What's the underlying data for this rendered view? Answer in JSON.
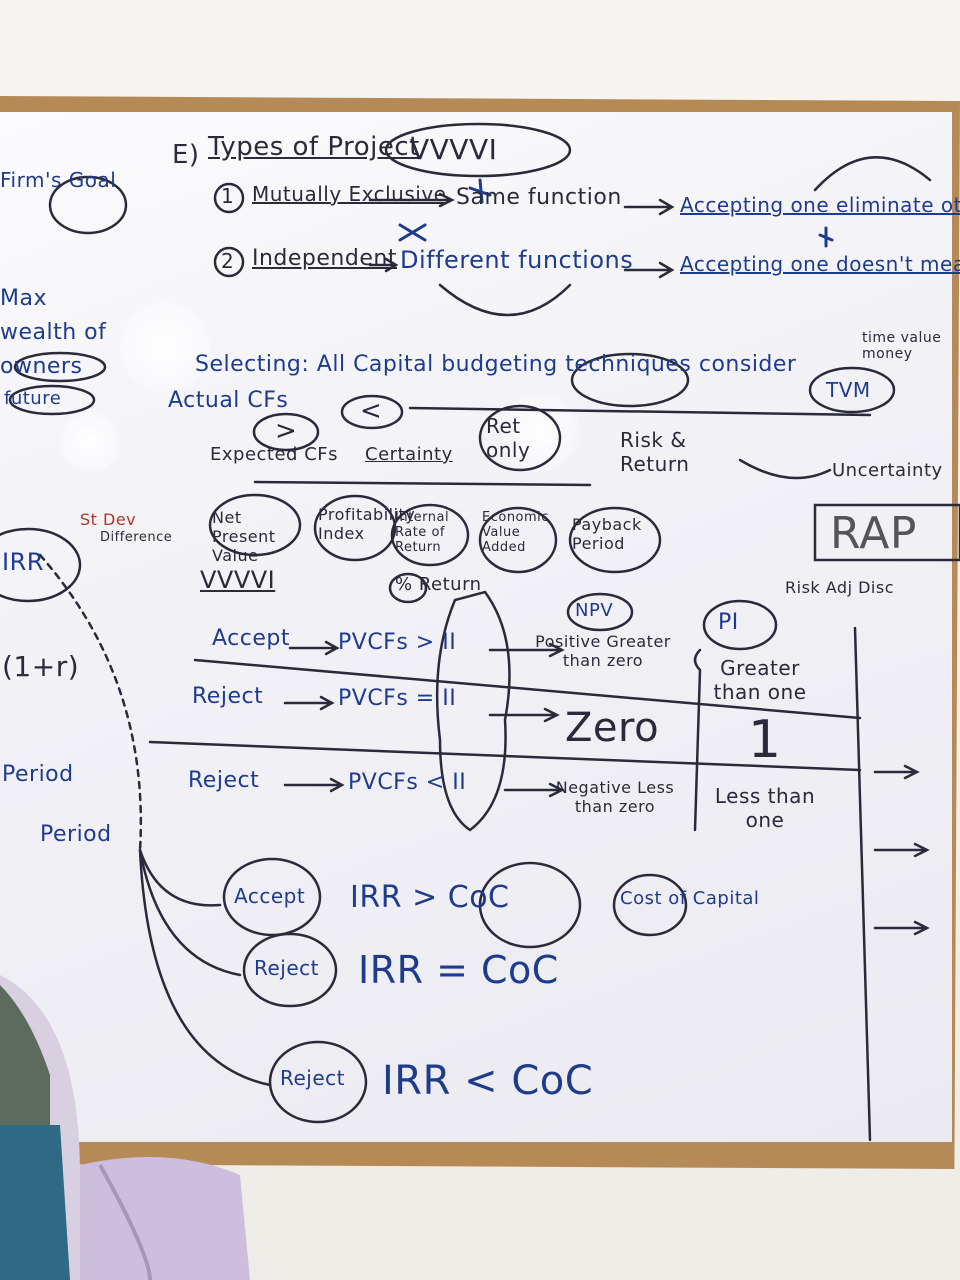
{
  "board": {
    "heading": {
      "label": "E)",
      "title": "Types of Project",
      "bubble": "VVVVI"
    },
    "types": [
      {
        "num": "1",
        "name": "Mutually Exclusive",
        "function": "Same function",
        "result": "Accepting one eliminate other"
      },
      {
        "num": "2",
        "name": "Independent",
        "function": "Different functions",
        "result": "Accepting one doesn't mean"
      }
    ],
    "left_notes": [
      "Firm's Goal",
      "Max wealth of owners",
      "future",
      "Actual CFs",
      "Expected CFs",
      "IRR",
      "(1+r)",
      "Period",
      "Period"
    ],
    "selecting": {
      "title": "Selecting: All Capital budgeting techniques consider",
      "tvm": "TVM",
      "tvm_note": "time value money",
      "greater": ">",
      "less": "<",
      "certainty": "Certainty",
      "ret_only": "Ret only",
      "risk_return": "Risk & Return",
      "uncertainty": "Uncertainty",
      "rap": "RAP",
      "rap_sub": "Risk Adj Disc",
      "techniques": [
        "Net Present Value",
        "Profitability Index",
        "Internal Rate of Return",
        "Economic Value Added",
        "Payback Period"
      ],
      "marks": "VVVVI",
      "difference": "Difference",
      "pct_return": "% Return",
      "std_dev": "St Dev"
    },
    "npv_rules": {
      "headers": [
        "NPV",
        "PI"
      ],
      "rows": [
        {
          "decision": "Accept",
          "rule": "PVCFs > II",
          "npv": "Positive Greater than zero",
          "pi": "Greater than one"
        },
        {
          "decision": "Reject",
          "rule": "PVCFs = II",
          "npv": "Zero",
          "pi": "1"
        },
        {
          "decision": "Reject",
          "rule": "PVCFs < II",
          "npv": "Negative Less than zero",
          "pi": "Less than one"
        }
      ]
    },
    "irr_rules": [
      {
        "decision": "Accept",
        "rule": "IRR > CoC",
        "note": "Cost of Capital"
      },
      {
        "decision": "Reject",
        "rule": "IRR = CoC"
      },
      {
        "decision": "Reject",
        "rule": "IRR < CoC"
      }
    ]
  }
}
